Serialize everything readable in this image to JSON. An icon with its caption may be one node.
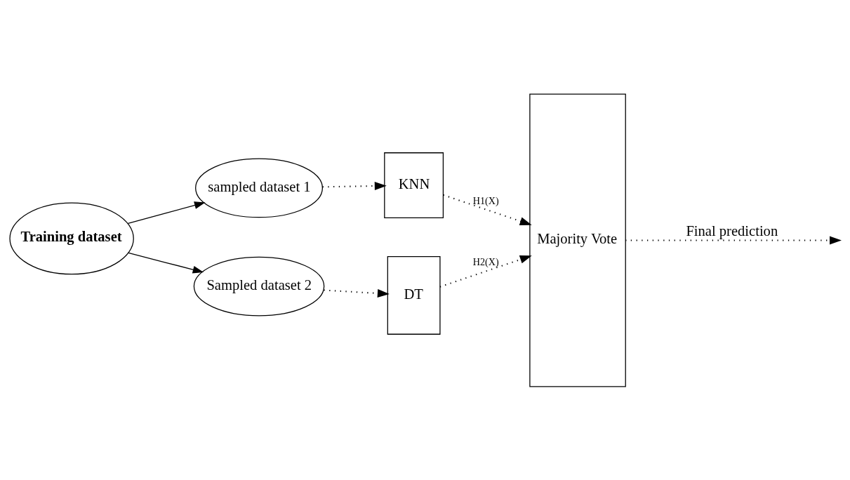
{
  "diagram": {
    "nodes": [
      {
        "text": [
          "Training dataset"
        ]
      },
      {
        "text": [
          "sampled dataset 1"
        ]
      },
      {
        "text": [
          "Sampled dataset 2"
        ]
      },
      {
        "text": [
          "KNN"
        ]
      },
      {
        "text": [
          "DT"
        ]
      },
      {
        "text": [
          "Majority Vote"
        ]
      }
    ],
    "edges": [
      {
        "from": 0,
        "to": 1,
        "arrow": "to"
      },
      {
        "from": 0,
        "to": 2,
        "arrow": "to"
      },
      {
        "from": 1,
        "to": 3,
        "arrow": "to",
        "style": "dashed"
      },
      {
        "from": 2,
        "to": 4,
        "arrow": "to",
        "style": "dashed"
      },
      {
        "from": 3,
        "to": 5,
        "arrow": "to",
        "style": "dashed",
        "label": "H1(X)"
      },
      {
        "from": 4,
        "to": 5,
        "arrow": "to",
        "style": "dashed",
        "label": "H2(X)"
      },
      {
        "from": 5,
        "to": null,
        "arrow": "to",
        "style": "dashed",
        "label": "Final prediction"
      }
    ]
  }
}
